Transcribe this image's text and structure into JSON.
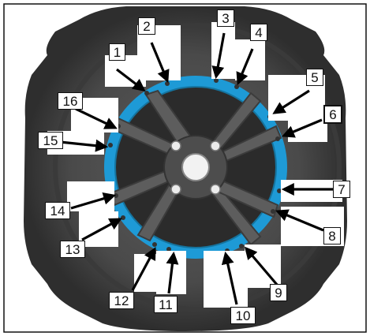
{
  "colors": {
    "tire": "#4a4a4a",
    "tire_dark": "#2a2a2a",
    "bead_ring": "#1e9ad6",
    "spokes": "#5a5a5a",
    "hub": "#f2f2f2",
    "frame": "#111111",
    "arrow": "#000000"
  },
  "callouts": [
    {
      "id": "1",
      "label": "1"
    },
    {
      "id": "2",
      "label": "2"
    },
    {
      "id": "3",
      "label": "3"
    },
    {
      "id": "4",
      "label": "4"
    },
    {
      "id": "5",
      "label": "5"
    },
    {
      "id": "6",
      "label": "6"
    },
    {
      "id": "7",
      "label": "7"
    },
    {
      "id": "8",
      "label": "8"
    },
    {
      "id": "9",
      "label": "9"
    },
    {
      "id": "10",
      "label": "10"
    },
    {
      "id": "11",
      "label": "11"
    },
    {
      "id": "12",
      "label": "12"
    },
    {
      "id": "13",
      "label": "13"
    },
    {
      "id": "14",
      "label": "14"
    },
    {
      "id": "15",
      "label": "15"
    },
    {
      "id": "16",
      "label": "16"
    }
  ]
}
